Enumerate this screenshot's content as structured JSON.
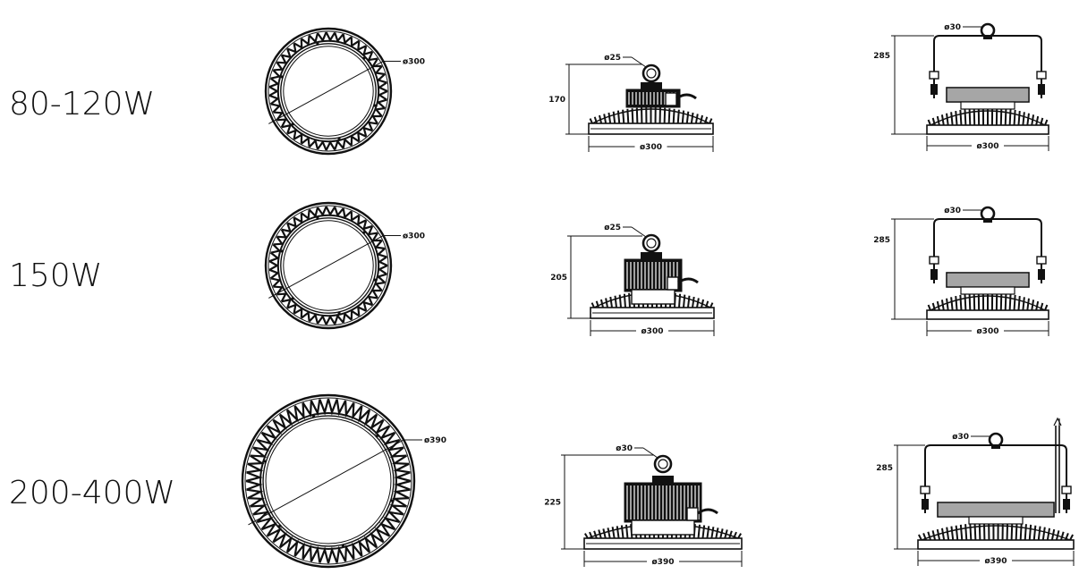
{
  "rows": [
    {
      "wattage": "80-120W",
      "top_view": {
        "dia": "ø300"
      },
      "hook_view": {
        "hook": "ø25",
        "height": "170",
        "width": "ø300"
      },
      "bracket_view": {
        "hook": "ø30",
        "height": "285",
        "width": "ø300"
      }
    },
    {
      "wattage": "150W",
      "top_view": {
        "dia": "ø300"
      },
      "hook_view": {
        "hook": "ø25",
        "height": "205",
        "width": "ø300"
      },
      "bracket_view": {
        "hook": "ø30",
        "height": "285",
        "width": "ø300"
      }
    },
    {
      "wattage": "200-400W",
      "top_view": {
        "dia": "ø390"
      },
      "hook_view": {
        "hook": "ø30",
        "height": "225",
        "width": "ø390"
      },
      "bracket_view": {
        "hook": "ø30",
        "height": "285",
        "width": "ø390"
      }
    }
  ]
}
